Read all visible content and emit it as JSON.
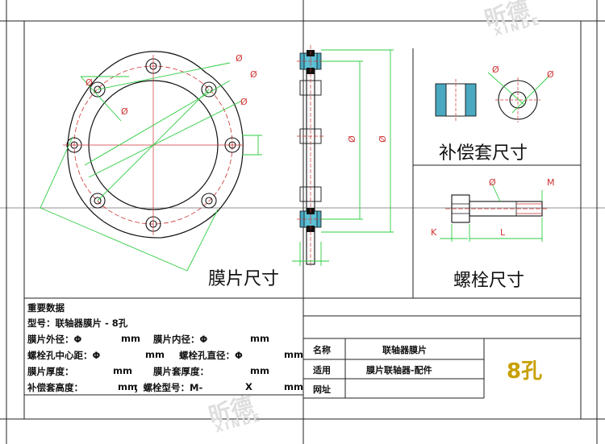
{
  "watermark": {
    "brand": "昕德",
    "latin": "XINDE"
  },
  "views": {
    "diaphragm_label": "膜片尺寸",
    "sleeve_label": "补偿套尺寸",
    "bolt_label": "螺栓尺寸"
  },
  "dims": {
    "phi": "Ø",
    "m": "M",
    "k": "K",
    "l": "L"
  },
  "specs": {
    "heading": "重要数据",
    "model": "型号：联轴器膜片 - 8孔",
    "outer_d": "膜片外径：Φ",
    "inner_d": "膜片内径：Φ",
    "pitch": "螺栓孔中心距：Φ",
    "hole_d": "螺栓孔直径：Φ",
    "thickness": "膜片厚度：",
    "sleeve_thk": "膜片套厚度：",
    "sleeve_h": "补偿套高度：",
    "bolt_model": "；螺栓型号：M-",
    "x": "X",
    "mm": "mm"
  },
  "table": {
    "name_label": "名称",
    "name_value": "联轴器膜片",
    "use_label": "适用",
    "use_value": "膜片联轴器-配件",
    "site_label": "网址",
    "site_value": "",
    "holes": "8孔"
  },
  "colors": {
    "outline": "#111111",
    "centerline": "#d03030",
    "dimension": "#2ecc40",
    "sleeve": "#4aa8c0"
  }
}
